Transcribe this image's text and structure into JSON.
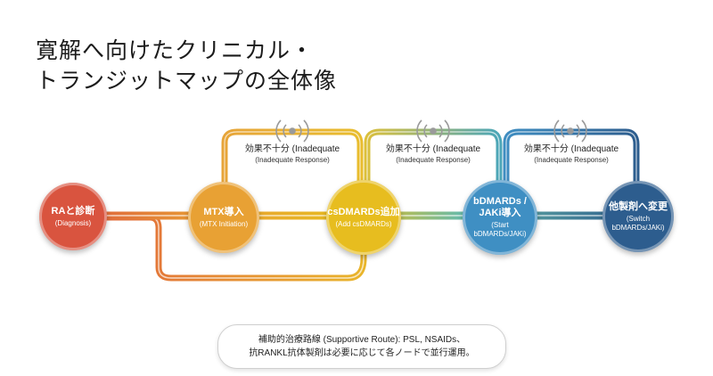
{
  "title": {
    "line1": "寛解へ向けたクリニカル・",
    "line2": "トランジットマップの全体像"
  },
  "nodes": [
    {
      "label": "RAと診断",
      "sub": "(Diagnosis)",
      "color": "#d9543f"
    },
    {
      "label": "MTX導入",
      "sub": "(MTX Initiation)",
      "color": "#e8a134"
    },
    {
      "label": "csDMARDs追加",
      "sub": "(Add csDMARDs)",
      "color": "#e7bd1f"
    },
    {
      "label": "bDMARDs /\nJAKi導入",
      "sub": "(Start\nbDMARDs/JAKi)",
      "color": "#3f8fc3"
    },
    {
      "label": "他製剤へ変更",
      "sub": "(Switch\nbDMARDs/JAKi)",
      "color": "#2d5d8e"
    }
  ],
  "loops": [
    {
      "caption": "効果不十分 (Inadequate",
      "caption_en": "(Inadequate Response)"
    },
    {
      "caption": "効果不十分 (Inadequate",
      "caption_en": "(Inadequate Response)"
    },
    {
      "caption": "効果不十分 (Inadequate",
      "caption_en": "(Inadequate Response)"
    }
  ],
  "supportive_note": {
    "line1": "補助的治療路線 (Supportive Route): PSL, NSAIDs、",
    "line2": "抗RANKL抗体製剤は必要に応じて各ノードで並行運用。"
  },
  "colors": {
    "route_orange": "#e48a3a",
    "route_yellow": "#e9bb2a",
    "route_teal": "#5fb6b0",
    "route_blue": "#3a78b2",
    "signal_gray": "#9a9a9a"
  }
}
